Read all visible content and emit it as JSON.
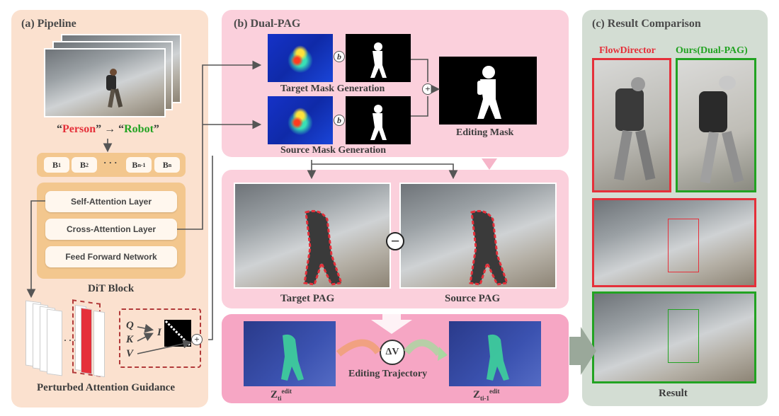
{
  "pipeline": {
    "title": "(a) Pipeline",
    "prompt_open": "“",
    "prompt_src": "Person",
    "prompt_mid": "” → “",
    "prompt_tgt": "Robot",
    "prompt_close": "”",
    "blocks": [
      {
        "main": "B",
        "sub": "1"
      },
      {
        "main": "B",
        "sub": "2"
      },
      {
        "main": "B",
        "sub": "n-1"
      },
      {
        "main": "B",
        "sub": "n"
      }
    ],
    "ellipsis": "· · ·",
    "layers": [
      "Self-Attention Layer",
      "Cross-Attention Layer",
      "Feed Forward Network"
    ],
    "dit_label": "DiT Block",
    "pag_label": "Perturbed Attention Guidance",
    "q": "Q",
    "k": "K",
    "v": "V",
    "i": "I",
    "dots": "· · ·"
  },
  "dual": {
    "title": "(b) Dual-PAG",
    "target_mask": "Target Mask Generation",
    "source_mask": "Source Mask Generation",
    "editing_mask": "Editing Mask",
    "target_pag": "Target PAG",
    "source_pag": "Source PAG",
    "minus": "−",
    "plus": "+",
    "b_glyph": "b",
    "delta_v": "ΔV",
    "trajectory": "Editing Trajectory",
    "z_main": "Z",
    "z1_sub": "ti",
    "z2_sub": "ti-1",
    "z_sup": "edit"
  },
  "result": {
    "title": "(c) Result Comparison",
    "flow": "FlowDirector",
    "ours": "Ours(Dual-PAG)",
    "result_label": "Result"
  },
  "colors": {
    "pipeline_bg": "#fbe1cf",
    "dual_bg": "#fbd0dc",
    "result_bg": "#d3ddd3",
    "red": "#e5303a",
    "green": "#22a322",
    "arrow": "#555555"
  }
}
